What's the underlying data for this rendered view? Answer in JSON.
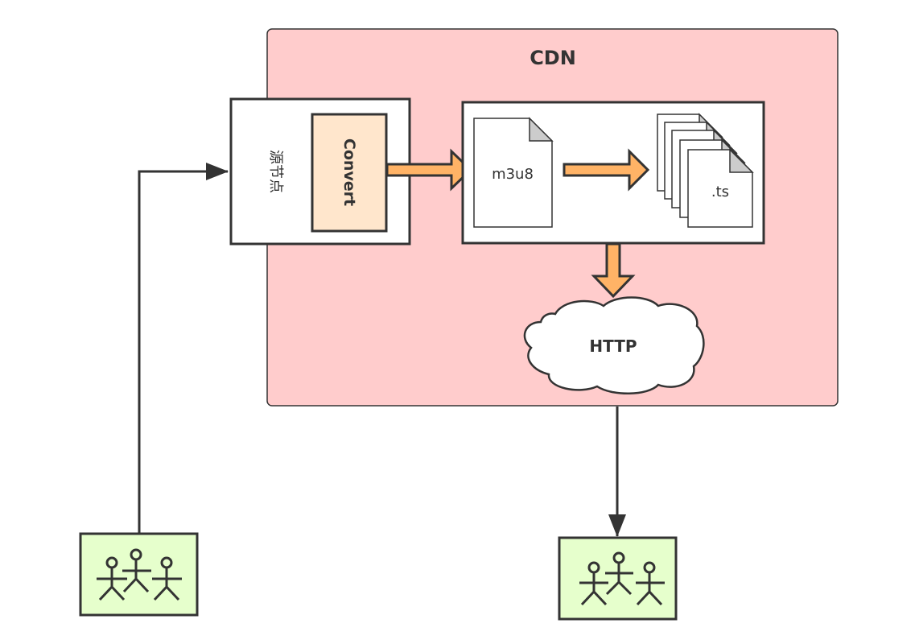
{
  "cdn": {
    "title": "CDN",
    "fill": "#ffcccc"
  },
  "source_node": {
    "label": "源节点"
  },
  "convert": {
    "label": "Convert",
    "fill": "#ffe6cc"
  },
  "files": {
    "playlist": "m3u8",
    "segments": ".ts"
  },
  "http": {
    "label": "HTTP"
  },
  "users": {
    "uploaders": {
      "icon": "people-icon",
      "fill": "#e6ffcc"
    },
    "viewers": {
      "icon": "people-icon",
      "fill": "#e6ffcc"
    }
  },
  "colors": {
    "arrow_fill": "#ffb366",
    "stroke": "#333333"
  }
}
